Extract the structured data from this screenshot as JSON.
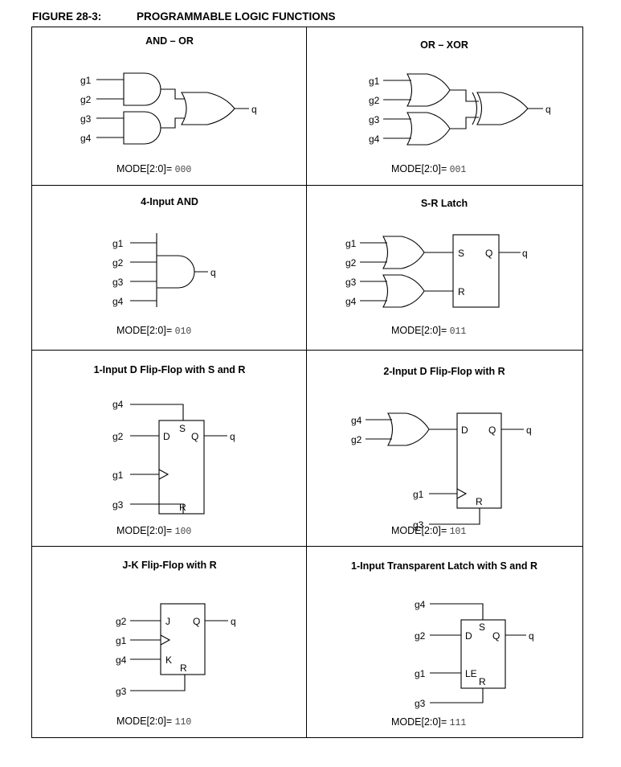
{
  "figure": {
    "label": "FIGURE 28-3:",
    "title": "PROGRAMMABLE LOGIC FUNCTIONS"
  },
  "mode_prefix": "MODE[2:0]=",
  "cells": [
    {
      "title": "AND – OR",
      "mode": "000",
      "signals": {
        "g1": "g1",
        "g2": "g2",
        "g3": "g3",
        "g4": "g4",
        "q": "q"
      }
    },
    {
      "title": "OR – XOR",
      "mode": "001",
      "signals": {
        "g1": "g1",
        "g2": "g2",
        "g3": "g3",
        "g4": "g4",
        "q": "q"
      }
    },
    {
      "title": "4-Input AND",
      "mode": "010",
      "signals": {
        "g1": "g1",
        "g2": "g2",
        "g3": "g3",
        "g4": "g4",
        "q": "q"
      }
    },
    {
      "title": "S-R Latch",
      "mode": "011",
      "signals": {
        "g1": "g1",
        "g2": "g2",
        "g3": "g3",
        "g4": "g4",
        "q": "q"
      },
      "pins": {
        "s": "S",
        "q": "Q",
        "r": "R"
      }
    },
    {
      "title": "1-Input D Flip-Flop with S and R",
      "mode": "100",
      "signals": {
        "g1": "g1",
        "g2": "g2",
        "g3": "g3",
        "g4": "g4",
        "q": "q"
      },
      "pins": {
        "s": "S",
        "d": "D",
        "q": "Q",
        "r": "R"
      }
    },
    {
      "title": "2-Input D Flip-Flop with R",
      "mode": "101",
      "signals": {
        "g1": "g1",
        "g2": "g2",
        "g3": "g3",
        "g4": "g4",
        "q": "q"
      },
      "pins": {
        "d": "D",
        "q": "Q",
        "r": "R"
      }
    },
    {
      "title": "J-K Flip-Flop with R",
      "mode": "110",
      "signals": {
        "g1": "g1",
        "g2": "g2",
        "g3": "g3",
        "g4": "g4",
        "q": "q"
      },
      "pins": {
        "j": "J",
        "q": "Q",
        "k": "K",
        "r": "R"
      }
    },
    {
      "title": "1-Input Transparent Latch with S and R",
      "mode": "111",
      "signals": {
        "g1": "g1",
        "g2": "g2",
        "g3": "g3",
        "g4": "g4",
        "q": "q"
      },
      "pins": {
        "s": "S",
        "d": "D",
        "q": "Q",
        "le": "LE",
        "r": "R"
      }
    }
  ]
}
